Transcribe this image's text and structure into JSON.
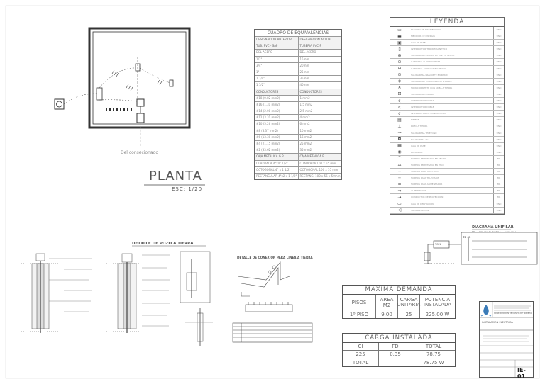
{
  "plan": {
    "title": "PLANTA",
    "scale": "ESC: 1/20",
    "connection_note": "Del consecionado"
  },
  "equivalences": {
    "title": "CUADRO DE EQUIVALENCIAS",
    "col_headers": [
      "DESIGNACION ANTERIOR",
      "DESIGNACION ACTUAL"
    ],
    "groups": [
      {
        "header": [
          "TUB. PVC - SAP",
          "TUBERIA PVC-P"
        ],
        "rows": [
          [
            "DEL ACERO",
            "DEL ACERO"
          ],
          [
            "1/2\"",
            "15mm"
          ],
          [
            "3/4\"",
            "20mm"
          ],
          [
            "1\"",
            "25mm"
          ],
          [
            "1 1/4\"",
            "35mm"
          ],
          [
            "1 1/2\"",
            "40mm"
          ]
        ]
      },
      {
        "header": [
          "CONDUCTORES",
          "CONDUCTORES"
        ],
        "rows": [
          [
            "#18 (0.82 mm2)",
            "1 mm2"
          ],
          [
            "#16 (1.31 mm2)",
            "1.5 mm2"
          ],
          [
            "#14 (2.08 mm2)",
            "2.5 mm2"
          ],
          [
            "#12 (3.31 mm2)",
            "4 mm2"
          ],
          [
            "#10 (5.26 mm2)",
            "6 mm2"
          ],
          [
            "#8 (8.37 mm2)",
            "10 mm2"
          ],
          [
            "#6 (13.30 mm2)",
            "16 mm2"
          ],
          [
            "#4 (21.15 mm2)",
            "25 mm2"
          ],
          [
            "#2 (33.62 mm2)",
            "35 mm2"
          ]
        ]
      },
      {
        "header": [
          "CAJA METALICA G.P.",
          "CAJA METALICA P"
        ],
        "rows": [
          [
            "CUADRADA 4\"x4\" 1/2\"",
            "CUADRADA 100 x 55 mm"
          ],
          [
            "OCTOGONAL 4\" x 1 1/2\"",
            "OCTOGONAL 100 x 55 mm"
          ],
          [
            "RECTANGULAR 4\"x2 x 1 1/2\"",
            "RECTANG. 100 x 55 x 50mm"
          ]
        ]
      }
    ]
  },
  "legend": {
    "title": "LEYENDA",
    "rows": [
      {
        "sym": "▭",
        "desc": "TABLERO DE DISTRIBUCION",
        "unit": "UND"
      },
      {
        "sym": "▬",
        "desc": "MEDIDOR DE ENERGIA",
        "unit": "UND"
      },
      {
        "sym": "▣",
        "desc": "CAJA DE PASE",
        "unit": "UND"
      },
      {
        "sym": "▯",
        "desc": "INTERRUPTOR TERMOMAGNETICO",
        "unit": "UND"
      },
      {
        "sym": "⊕",
        "desc": "SALIDA PARA CENTRO DE LUZ EN TECHO",
        "unit": "UND"
      },
      {
        "sym": "⊖",
        "desc": "LUMINARIA FLUORESCENTE",
        "unit": "UND"
      },
      {
        "sym": "⊟",
        "desc": "LUMINARIA ADOSADA EN TECHO",
        "unit": "UND"
      },
      {
        "sym": "⊙",
        "desc": "SALIDA PARA BRAQUETE EN PARED",
        "unit": "UND"
      },
      {
        "sym": "◈",
        "desc": "SALIDA PARA TOMACORRIENTE DOBLE",
        "unit": "UND"
      },
      {
        "sym": "✕",
        "desc": "TOMACORRIENTE CON LINEA A TIERRA",
        "unit": "UND"
      },
      {
        "sym": "⊞",
        "desc": "SALIDA PARA FUERZA",
        "unit": "UND"
      },
      {
        "sym": "ς",
        "desc": "INTERRUPTOR SIMPLE",
        "unit": "UND"
      },
      {
        "sym": "ς",
        "desc": "INTERRUPTOR DOBLE",
        "unit": "UND"
      },
      {
        "sym": "ς",
        "desc": "INTERRUPTOR DE CONMUTACION",
        "unit": "UND"
      },
      {
        "sym": "▤",
        "desc": "TIMBRE",
        "unit": "UND"
      },
      {
        "sym": "⊥",
        "desc": "POZO A TIERRA",
        "unit": "UND"
      },
      {
        "sym": "⊸",
        "desc": "SALIDA PARA TELEFONO",
        "unit": "UND"
      },
      {
        "sym": "◘",
        "desc": "SALIDA PARA TV",
        "unit": "UND"
      },
      {
        "sym": "▦",
        "desc": "CAJA DE PASE",
        "unit": "UND"
      },
      {
        "sym": "◉",
        "desc": "PULSADOR",
        "unit": "UND"
      },
      {
        "sym": "⌒",
        "desc": "TUBERIA EMPOTRADA EN TECHO",
        "unit": "ML"
      },
      {
        "sym": "⌓",
        "desc": "TUBERIA EMPOTRADA EN PISO",
        "unit": "ML"
      },
      {
        "sym": "─",
        "desc": "TUBERIA PARA TELEFONO",
        "unit": "ML"
      },
      {
        "sym": "╌",
        "desc": "TUBERIA PARA TELEVISION",
        "unit": "ML"
      },
      {
        "sym": "═",
        "desc": "TUBERIA PARA ALIMENTADOR",
        "unit": "ML"
      },
      {
        "sym": "⇒",
        "desc": "ALIMENTADOR",
        "unit": "ML"
      },
      {
        "sym": "⇢",
        "desc": "CONDUCTOR DE PROTECCION",
        "unit": "ML"
      },
      {
        "sym": "▭",
        "desc": "CAJA DE DERIVACION",
        "unit": "UND"
      },
      {
        "sym": "◁",
        "desc": "SALIDA ESPECIAL",
        "unit": "UND"
      }
    ]
  },
  "details": {
    "ground_well_title": "DETALLE DE POZO A TIERRA",
    "connection_title": "DETALLE DE CONEXION PARA LINEA A TIERRA",
    "unifilar_title": "DIAGRAMA UNIFILAR",
    "unifilar_sub": "TAB - Tablero de Distrib. - (ver No.)",
    "board_label": "TG 01",
    "meter_label": "TG-1"
  },
  "max_demand": {
    "title": "MAXIMA DEMANDA",
    "headers": [
      "PISOS",
      "AREA M2",
      "CARGA UNITARIA",
      "POTENCIA INSTALADA"
    ],
    "rows": [
      [
        "1º PISO",
        "9.00",
        "25",
        "225.00 W"
      ]
    ]
  },
  "installed_load": {
    "title": "CARGA INSTALADA",
    "headers": [
      "CI",
      "FD",
      "TOTAL"
    ],
    "rows": [
      [
        "225",
        "0.35",
        "78.75"
      ],
      [
        "TOTAL",
        "",
        "78.75 W"
      ]
    ]
  },
  "title_block": {
    "project": "CONSTRUCCION DE CASETA DE BOMBEO",
    "sheet_name": "INSTALACION ELECTRICA",
    "sheet_code": "IE-01"
  }
}
